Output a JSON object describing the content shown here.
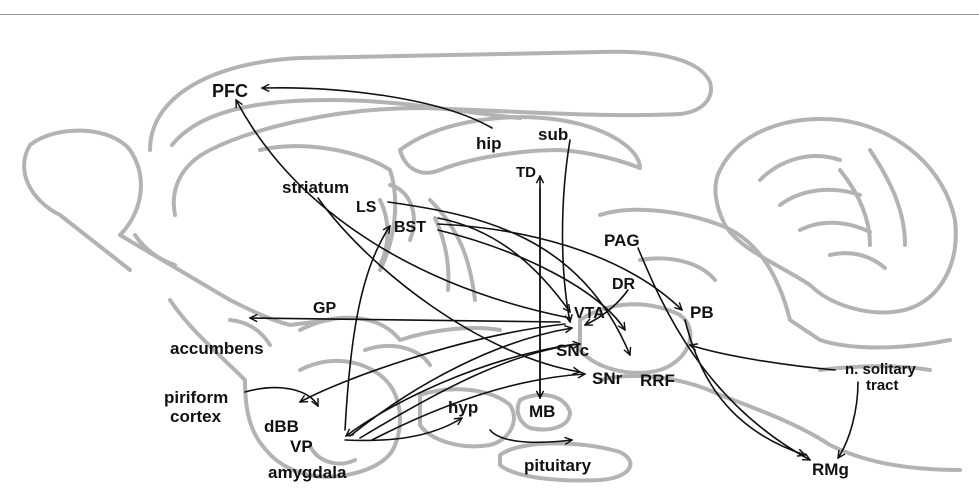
{
  "diagram": {
    "labels": {
      "pfc": "PFC",
      "hip": "hip",
      "sub": "sub",
      "td": "TD",
      "striatum": "striatum",
      "ls": "LS",
      "bst": "BST",
      "pag": "PAG",
      "dr": "DR",
      "pb": "PB",
      "gp": "GP",
      "vta": "VTA",
      "accumbens": "accumbens",
      "snc": "SNc",
      "n_solitary": "n. solitary",
      "tract": "tract",
      "snr": "SNr",
      "rrf": "RRF",
      "piriform": "piriform",
      "cortex": "cortex",
      "dbb": "dBB",
      "hyp": "hyp",
      "mb": "MB",
      "vp": "VP",
      "pituitary": "pituitary",
      "rmg": "RMg",
      "amygdala": "amygdala"
    },
    "colors": {
      "outline": "#b3b3b3",
      "arrows": "#111111",
      "rule": "#9a9a9a"
    }
  }
}
